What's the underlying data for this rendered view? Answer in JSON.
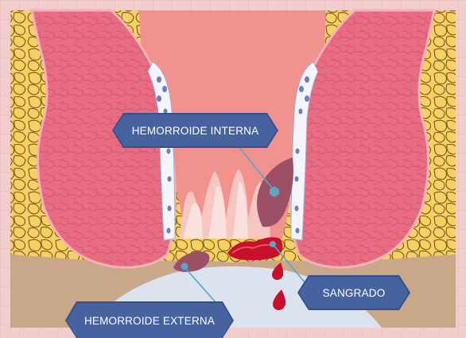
{
  "labels": {
    "internal": "HEMORROIDE INTERNA",
    "external": "HEMORROIDE EXTERNA",
    "bleeding": "SANGRADO"
  },
  "colors": {
    "frame": "#f0cfcf",
    "fat": "#f7cf63",
    "fat_outline": "#6e5a22",
    "muscle": "#e86d82",
    "muscle_texture": "#d45a72",
    "lumen": "#f1928f",
    "skin": "#c9a88a",
    "exterior": "#dbe4ee",
    "hemorrhoid": "#9b5066",
    "blood": "#c8102e",
    "callout_fill": "#46629f",
    "callout_border": "#33508c",
    "leader_line": "#5aa6c9",
    "label_text": "#ffffff"
  }
}
